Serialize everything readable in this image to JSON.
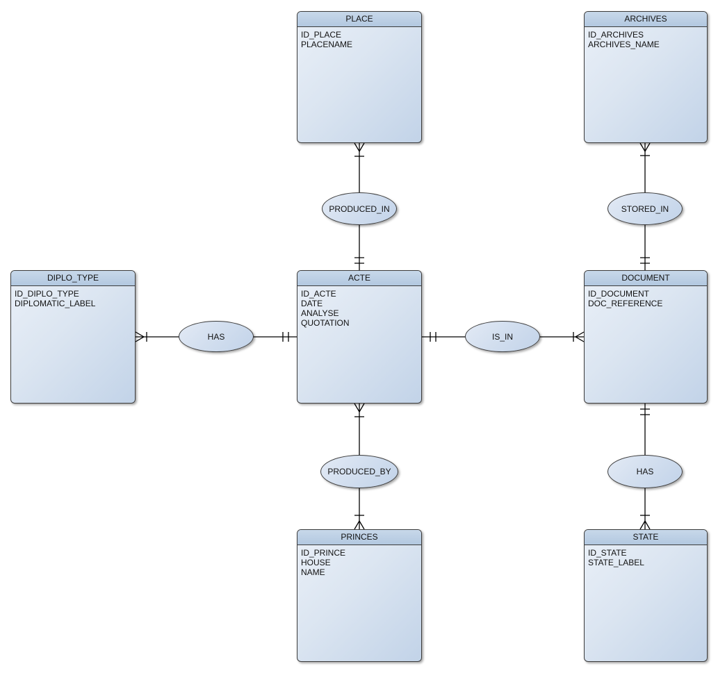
{
  "diagram": {
    "type": "entity-relationship",
    "background": "#ffffff",
    "colors": {
      "entity_header": "#bccfe6",
      "entity_body_light": "#eaf0f8",
      "entity_body_dark": "#c2d3e8",
      "border": "#3b3b3b",
      "connector_line": "#000000",
      "text": "#111111"
    },
    "entities": [
      {
        "name": "PLACE",
        "attributes": [
          "ID_PLACE",
          "PLACENAME"
        ]
      },
      {
        "name": "ARCHIVES",
        "attributes": [
          "ID_ARCHIVES",
          "ARCHIVES_NAME"
        ]
      },
      {
        "name": "DIPLO_TYPE",
        "attributes": [
          "ID_DIPLO_TYPE",
          "DIPLOMATIC_LABEL"
        ]
      },
      {
        "name": "ACTE",
        "attributes": [
          "ID_ACTE",
          "DATE",
          "ANALYSE",
          "QUOTATION"
        ]
      },
      {
        "name": "DOCUMENT",
        "attributes": [
          "ID_DOCUMENT",
          "DOC_REFERENCE"
        ]
      },
      {
        "name": "PRINCES",
        "attributes": [
          "ID_PRINCE",
          "HOUSE",
          "NAME"
        ]
      },
      {
        "name": "STATE",
        "attributes": [
          "ID_STATE",
          "STATE_LABEL"
        ]
      }
    ],
    "relationships": [
      {
        "label": "PRODUCED_IN",
        "from_entity": "PLACE",
        "to_entity": "ACTE",
        "from_cardinality": "many (crow's foot + bar)",
        "to_cardinality": "exactly one (double bar)"
      },
      {
        "label": "STORED_IN",
        "from_entity": "ARCHIVES",
        "to_entity": "DOCUMENT",
        "from_cardinality": "many (crow's foot + bar)",
        "to_cardinality": "exactly one (double bar)"
      },
      {
        "label": "HAS",
        "from_entity": "DIPLO_TYPE",
        "to_entity": "ACTE",
        "from_cardinality": "many (crow's foot + bar)",
        "to_cardinality": "exactly one (double bar)"
      },
      {
        "label": "IS_IN",
        "from_entity": "ACTE",
        "to_entity": "DOCUMENT",
        "from_cardinality": "exactly one (double bar)",
        "to_cardinality": "many (crow's foot + bar)"
      },
      {
        "label": "PRODUCED_BY",
        "from_entity": "ACTE",
        "to_entity": "PRINCES",
        "from_cardinality": "many (crow's foot + bar)",
        "to_cardinality": "many (bar + crow's foot)"
      },
      {
        "label": "HAS",
        "from_entity": "DOCUMENT",
        "to_entity": "STATE",
        "from_cardinality": "exactly one (double bar)",
        "to_cardinality": "many (bar + crow's foot)"
      }
    ]
  }
}
